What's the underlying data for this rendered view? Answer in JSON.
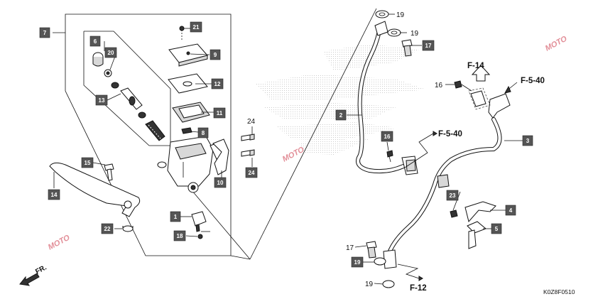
{
  "diagram_code": "K0Z8F0510",
  "direction_label": "FR.",
  "watermark": "MOTO",
  "references": {
    "f14": "F-14",
    "f540_top": "F-5-40",
    "f540_mid": "F-5-40",
    "f12": "F-12"
  },
  "tags": {
    "t1": "1",
    "t2": "2",
    "t3": "3",
    "t4": "4",
    "t5": "5",
    "t6": "6",
    "t7": "7",
    "t8": "8",
    "t9": "9",
    "t10": "10",
    "t11": "11",
    "t12": "12",
    "t13": "13",
    "t14": "14",
    "t15": "15",
    "t16": "16",
    "t17": "17",
    "t18": "18",
    "t19": "19",
    "t20": "20",
    "t21": "21",
    "t22": "22",
    "t23": "23",
    "t24": "24"
  },
  "plain_numbers": {
    "n19a": "19",
    "n19b": "19",
    "n16": "16",
    "n24": "24",
    "n17": "17",
    "n19c": "19"
  },
  "colors": {
    "tag_fill": "#555555",
    "tag_text": "#ffffff",
    "line": "#111111",
    "watermark": "#cc3344"
  }
}
